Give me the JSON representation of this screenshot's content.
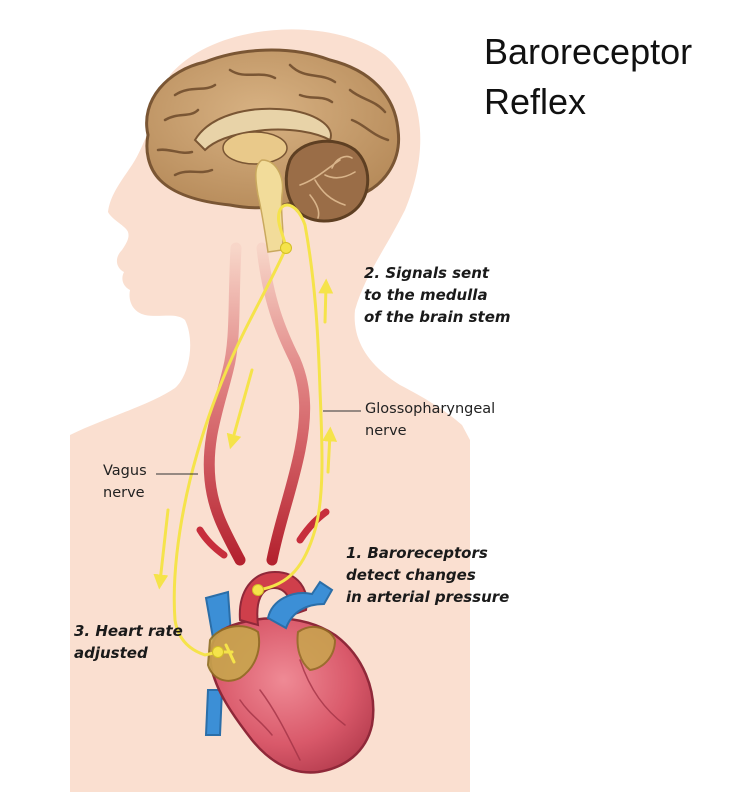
{
  "title": {
    "line1": "Baroreceptor",
    "line2": "Reflex"
  },
  "steps": {
    "medulla": {
      "line1": "2. Signals sent",
      "line2": "to the medulla",
      "line3": "of the brain stem"
    },
    "baroreceptors": {
      "line1": "1. Baroreceptors",
      "line2": "detect changes",
      "line3": "in arterial pressure"
    },
    "heart_rate": {
      "line1": "3. Heart rate",
      "line2": "adjusted"
    }
  },
  "labels": {
    "glossopharyngeal": {
      "line1": "Glossopharyngeal",
      "line2": "nerve"
    },
    "vagus": {
      "line1": "Vagus",
      "line2": "nerve"
    }
  },
  "colors": {
    "skin": "#fadfd0",
    "brain": "#c39a6a",
    "brain_outline": "#7a5634",
    "cerebellum": "#9a6d47",
    "brainstem": "#f2dc9a",
    "artery": "#c72e3c",
    "vein": "#3c8fd6",
    "heart": "#d9596a",
    "nerve": "#f5e34a"
  }
}
